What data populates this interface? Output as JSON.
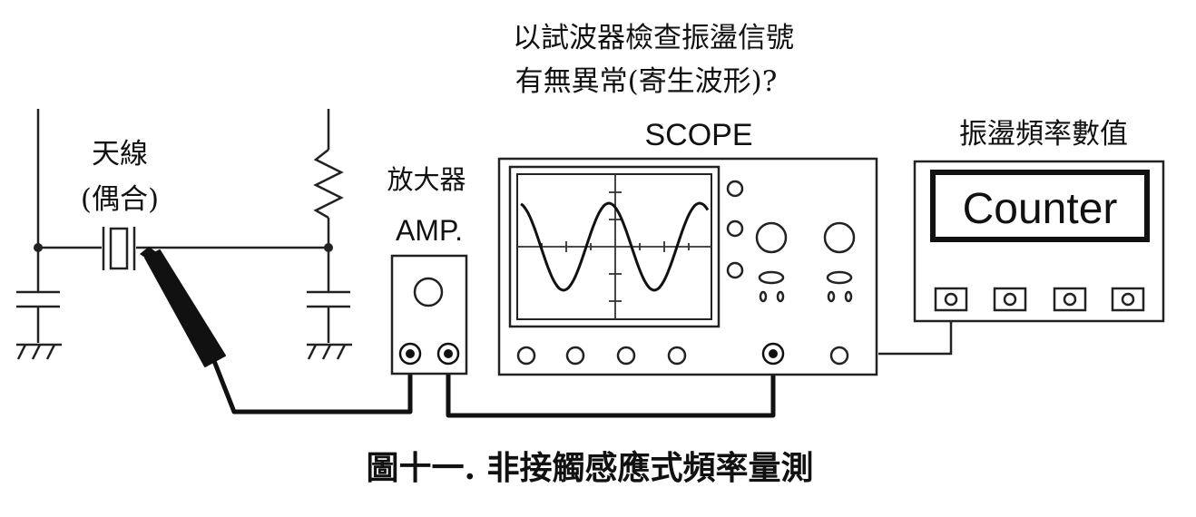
{
  "question": {
    "line1": "以試波器檢查振盪信號",
    "line2": "有無異常(寄生波形)?"
  },
  "labels": {
    "antenna_line1": "天線",
    "antenna_line2": "(偶合)",
    "amp_cn": "放大器",
    "amp_en": "AMP.",
    "scope": "SCOPE",
    "counter_title": "振盪頻率數值",
    "counter_display": "Counter"
  },
  "caption": "圖十一. 非接觸感應式頻率量測"
}
